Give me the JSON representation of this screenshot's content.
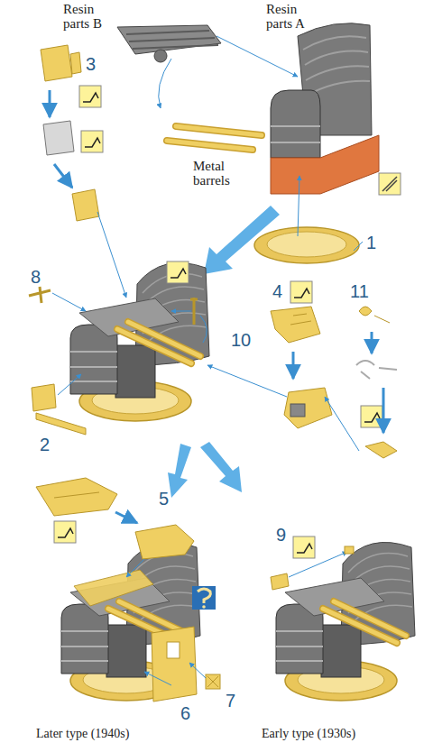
{
  "diagram": {
    "labels": [
      "Resin parts B",
      "Resin parts A",
      "3",
      "Metal barrels",
      "1",
      "8",
      "4",
      "11",
      "10",
      "2",
      "5",
      "9",
      "6",
      "7",
      "Later type (1940s)",
      "Early type (1930s)"
    ]
  }
}
